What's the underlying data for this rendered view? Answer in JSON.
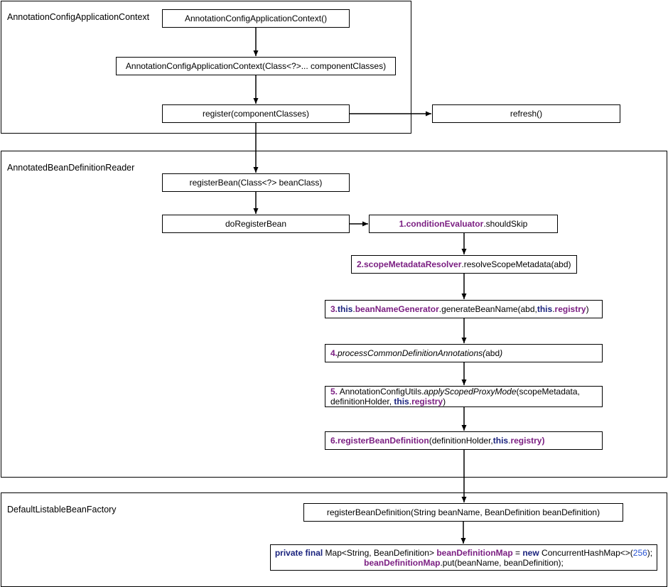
{
  "colors": {
    "purple": "#7B1F82",
    "navy": "#1A237E",
    "blue": "#2A55D4",
    "line": "#000000",
    "background": "#ffffff"
  },
  "containers": {
    "application_context": {
      "label": "AnnotationConfigApplicationContext"
    },
    "bean_definition_reader": {
      "label": "AnnotatedBeanDefinitionReader"
    },
    "bean_factory": {
      "label": "DefaultListableBeanFactory"
    }
  },
  "nodes": {
    "ctor_noargs": {
      "label": "AnnotationConfigApplicationContext()"
    },
    "ctor_classes": {
      "label": "AnnotationConfigApplicationContext(Class<?>... componentClasses)"
    },
    "register": {
      "label": "register(componentClasses)"
    },
    "refresh": {
      "label": "refresh()"
    },
    "register_bean": {
      "label": "registerBean(Class<?> beanClass)"
    },
    "do_register_bean": {
      "label": "doRegisterBean"
    },
    "step1": {
      "segments": [
        {
          "t": "1.conditionEvaluator",
          "s": "kw"
        },
        {
          "t": ".shouldSkip",
          "s": "p"
        }
      ]
    },
    "step2": {
      "segments": [
        {
          "t": "2.scopeMetadataResolver",
          "s": "kw"
        },
        {
          "t": ".resolveScopeMetadata(abd)",
          "s": "p"
        }
      ]
    },
    "step3": {
      "segments": [
        {
          "t": "3.",
          "s": "kw"
        },
        {
          "t": "this",
          "s": "nv"
        },
        {
          "t": ".",
          "s": "p"
        },
        {
          "t": "beanNameGenerator",
          "s": "kw"
        },
        {
          "t": ".generateBeanName(abd, ",
          "s": "p"
        },
        {
          "t": "this",
          "s": "nv"
        },
        {
          "t": ".",
          "s": "p"
        },
        {
          "t": "registry",
          "s": "kw"
        },
        {
          "t": ")",
          "s": "p"
        }
      ]
    },
    "step4": {
      "segments": [
        {
          "t": "4.",
          "s": "kw"
        },
        {
          "t": "processCommonDefinitionAnnotations(",
          "s": "it"
        },
        {
          "t": "abd",
          "s": "p"
        },
        {
          "t": ")",
          "s": "it"
        }
      ]
    },
    "step5": {
      "line1": [
        {
          "t": "5.",
          "s": "kw"
        },
        {
          "t": " AnnotationConfigUtils.",
          "s": "p"
        },
        {
          "t": "applyScopedProxyMode",
          "s": "it"
        },
        {
          "t": "(scopeMetadata,",
          "s": "p"
        }
      ],
      "line2": [
        {
          "t": "definitionHolder, ",
          "s": "p"
        },
        {
          "t": "this",
          "s": "nv"
        },
        {
          "t": ".",
          "s": "p"
        },
        {
          "t": "registry",
          "s": "kw"
        },
        {
          "t": ")",
          "s": "p"
        }
      ]
    },
    "step6": {
      "segments": [
        {
          "t": "6.registerBeanDefinition",
          "s": "kw"
        },
        {
          "t": "(definitionHolder, ",
          "s": "p"
        },
        {
          "t": "this",
          "s": "nv"
        },
        {
          "t": ".",
          "s": "p"
        },
        {
          "t": "registry)",
          "s": "kw"
        }
      ]
    },
    "register_bean_definition": {
      "label": "registerBeanDefinition(String beanName, BeanDefinition beanDefinition)"
    },
    "bean_definition_map_code": {
      "line1": [
        {
          "t": "private final",
          "s": "nv"
        },
        {
          "t": " Map<String, BeanDefinition> ",
          "s": "p"
        },
        {
          "t": "beanDefinitionMap",
          "s": "kw"
        },
        {
          "t": " = ",
          "s": "p"
        },
        {
          "t": "new",
          "s": "nv"
        },
        {
          "t": " ConcurrentHashMap<>(",
          "s": "p"
        },
        {
          "t": "256",
          "s": "nb"
        },
        {
          "t": ");",
          "s": "p"
        }
      ],
      "line2": [
        {
          "t": "beanDefinitionMap",
          "s": "kw"
        },
        {
          "t": ".put(beanName, beanDefinition);",
          "s": "p"
        }
      ]
    }
  }
}
